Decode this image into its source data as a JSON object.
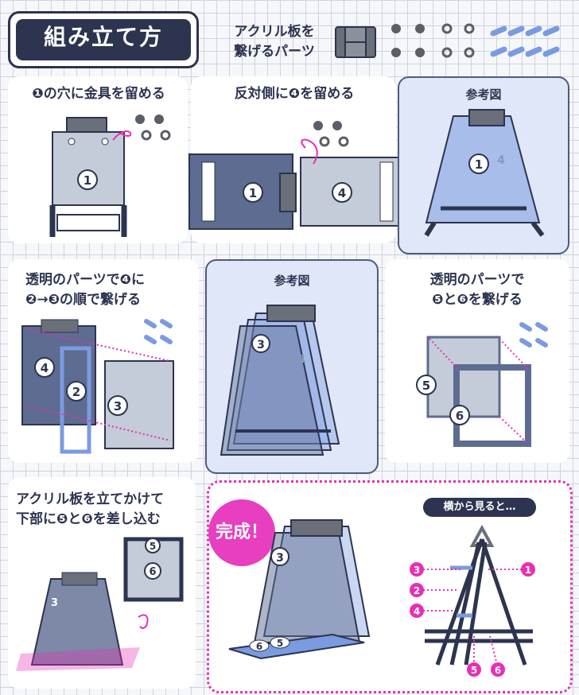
{
  "title": "組み立て方",
  "parts_label": "アクリル板を\n繋げるパーツ",
  "steps": [
    {
      "caption": "❶の穴に金具を留める"
    },
    {
      "caption": "反対側に❹を留める"
    },
    {
      "caption": "透明のパーツで❹に\n❷→❸の順で繋げる"
    },
    {
      "caption": "透明のパーツで\n❺と❻を繋げる"
    },
    {
      "caption": "アクリル板を立てかけて\n下部に❺と❻を差し込む"
    }
  ],
  "reference_label": "参考図",
  "complete_label": "完成！",
  "side_view_label": "横から見ると…",
  "part_numbers": [
    "1",
    "2",
    "3",
    "4",
    "5",
    "6"
  ],
  "colors": {
    "navy": "#2c3450",
    "panel_blue": "#dfe7f8",
    "accent_pink": "#e72fb4",
    "slate": "#5d6c90",
    "grid": "#cfd3dc",
    "acrylic_blue": "#7b9be0"
  }
}
